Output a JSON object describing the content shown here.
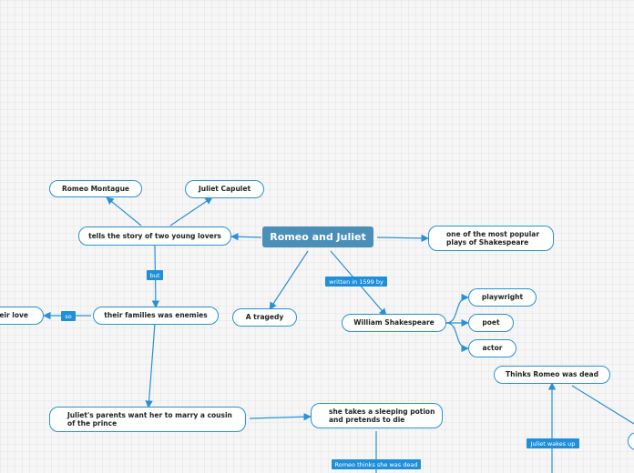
{
  "root": {
    "label": "Romeo and Juliet"
  },
  "nodes": {
    "tells_story": "tells the story of two young lovers",
    "romeo_montague": "Romeo Montague",
    "juliet_capulet": "Juliet Capulet",
    "families_enemies": "their families was enemies",
    "their_love": "heir love",
    "tragedy": "A tragedy",
    "william_shakespeare": "William Shakespeare",
    "popular_plays": "one of the most popular plays of Shakespeare",
    "playwright": "playwright",
    "poet": "poet",
    "actor": "actor",
    "thinks_romeo_dead": "Thinks Romeo was dead",
    "parents_marry": "Juliet's parents want her to marry a cousin of the prince",
    "sleeping_potion": "she takes a sleeping potion and pretends to die"
  },
  "connectors": {
    "but": "but",
    "so": "so",
    "written_in": "written in 1599 by",
    "romeo_thinks": "Romeo thinks she was dead",
    "juliet_wakes": "Juliet wakes up"
  },
  "colors": {
    "line": "#2a91d6",
    "root_fill": "#4a8fb8",
    "tag_fill": "#1e8fdb"
  }
}
